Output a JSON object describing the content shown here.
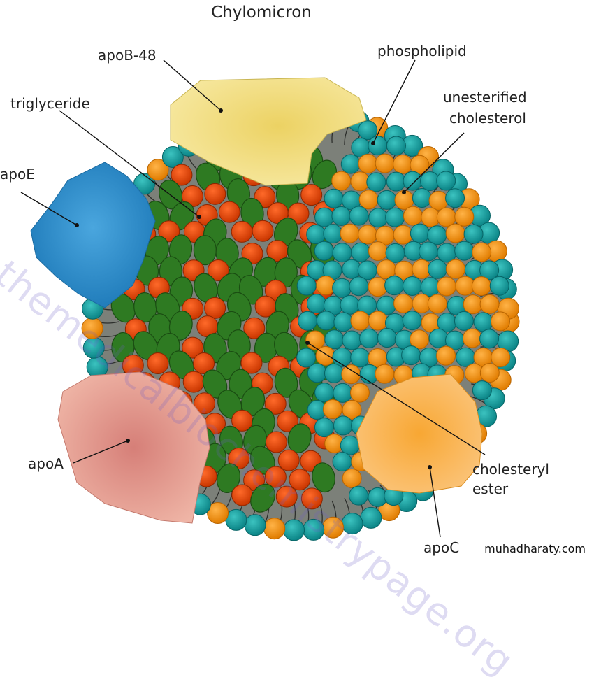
{
  "diagram": {
    "title": "Chylomicron",
    "labels": {
      "apob48": "apoB-48",
      "triglyceride": "triglyceride",
      "apoe": "apoE",
      "phospholipid": "phospholipid",
      "unesterified_line1": "unesterified",
      "unesterified_line2": "cholesterol",
      "cholesteryl_line1": "cholesteryl",
      "cholesteryl_line2": "ester",
      "apoa": "apoA",
      "apoc": "apoC"
    }
  },
  "watermark": "themedicalbiochemistrypage.org",
  "credit": "muhadharaty.com",
  "colors": {
    "core_gray": "#7c8079",
    "lipid_green": "#2e7a22",
    "lipid_red": "#e34a10",
    "cholesterol_orange": "#f08c12",
    "phospholipid_teal": "#16a3a3",
    "apob48_yellow": "#f1dd78",
    "apoe_blue": "#2d8fcf",
    "apoa_pink": "#dd9288",
    "apoc_orange": "#f7ab40"
  }
}
